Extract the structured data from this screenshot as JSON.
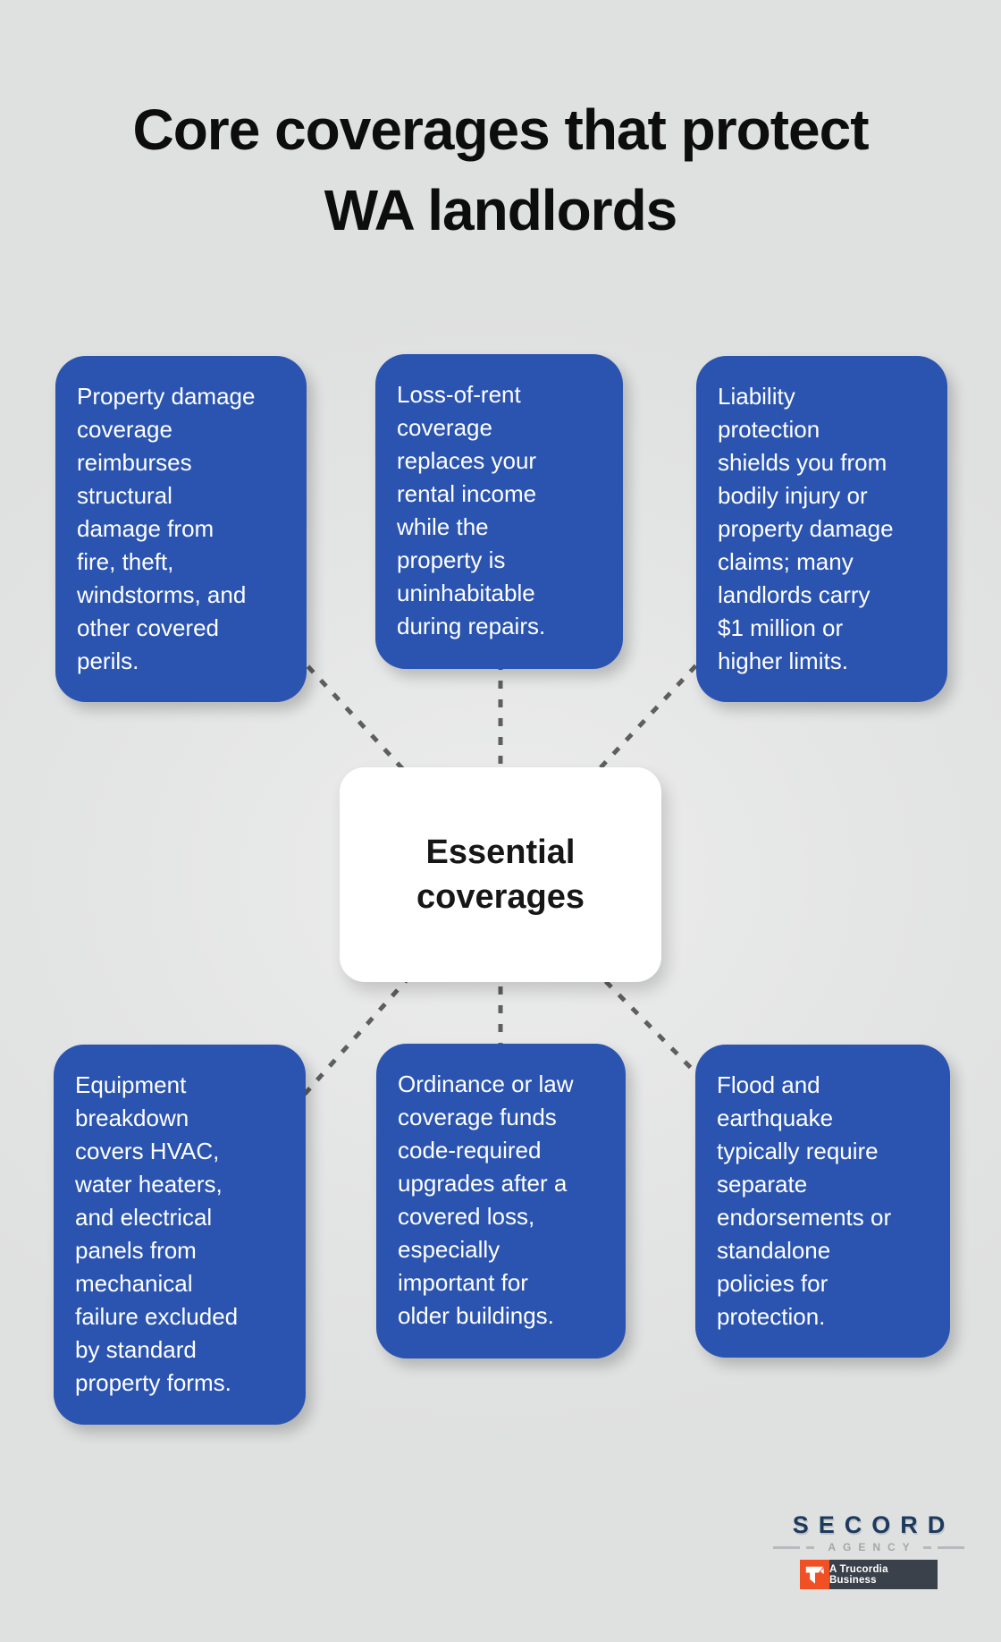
{
  "title": "Core coverages that protect\nWA landlords",
  "hub": {
    "label": "Essential\ncoverages"
  },
  "cards": [
    {
      "id": "property-damage",
      "text": "Property damage\ncoverage\nreimburses\nstructural\ndamage from\nfire, theft,\nwindstorms, and\nother covered\nperils."
    },
    {
      "id": "loss-of-rent",
      "text": "Loss-of-rent\ncoverage\nreplaces your\nrental income\nwhile the\nproperty is\nuninhabitable\nduring repairs."
    },
    {
      "id": "liability",
      "text": "Liability\nprotection\nshields you from\nbodily injury or\nproperty damage\nclaims; many\nlandlords carry\n$1 million or\nhigher limits."
    },
    {
      "id": "equipment-breakdown",
      "text": "Equipment\nbreakdown\ncovers HVAC,\nwater heaters,\nand electrical\npanels from\nmechanical\nfailure excluded\nby standard\nproperty forms."
    },
    {
      "id": "ordinance-law",
      "text": "Ordinance or law\ncoverage funds\ncode-required\nupgrades after a\ncovered loss,\nespecially\nimportant for\nolder buildings."
    },
    {
      "id": "flood-earthquake",
      "text": "Flood and\nearthquake\ntypically require\nseparate\nendorsements or\nstandalone\npolicies for\nprotection."
    }
  ],
  "logo": {
    "brand": "SECORD",
    "tagline": "AGENCY",
    "badge": "A Trucordia Business"
  },
  "colors": {
    "card-blue": "#2a54b0",
    "connector-gray": "#5e5e5e",
    "brand-navy": "#1c3a5e",
    "badge-bg": "#3a414b",
    "badge-orange": "#f14f24",
    "background": "#e0e1e1"
  }
}
